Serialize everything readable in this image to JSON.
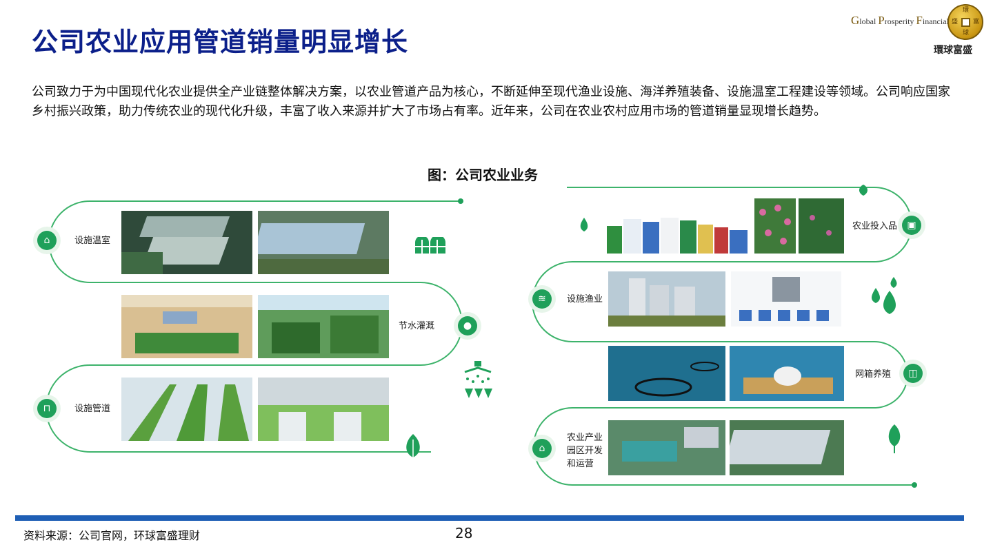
{
  "header": {
    "title": "公司农业应用管道销量明显增长"
  },
  "logo": {
    "en_g": "G",
    "en_lobal": "lobal ",
    "en_p": "P",
    "en_rosperity": "rosperity ",
    "en_f": "F",
    "en_inancial": "inancial",
    "cn_name": "環球富盛",
    "coin_chars": [
      "環",
      "球",
      "富",
      "盛"
    ]
  },
  "intro_text": "公司致力于为中国现代化农业提供全产业链整体解决方案，以农业管道产品为核心，不断延伸至现代渔业设施、海洋养殖装备、设施温室工程建设等领域。公司响应国家乡村振兴政策，助力传统农业的现代化升级，丰富了收入来源并扩大了市场占有率。近年来，公司在农业农村应用市场的管道销量显现增长趋势。",
  "figure": {
    "caption": "图：公司农业业务",
    "left_items": [
      {
        "label": "设施温室"
      },
      {
        "label": "节水灌溉"
      },
      {
        "label": "设施管道"
      }
    ],
    "right_items": [
      {
        "label": "农业投入品"
      },
      {
        "label": "设施渔业"
      },
      {
        "label": "网箱养殖"
      },
      {
        "label_lines": [
          "农业产业",
          "园区开发",
          "和运营"
        ]
      }
    ]
  },
  "footer": {
    "source": "资料来源：公司官网，环球富盛理财",
    "page_number": "28"
  }
}
